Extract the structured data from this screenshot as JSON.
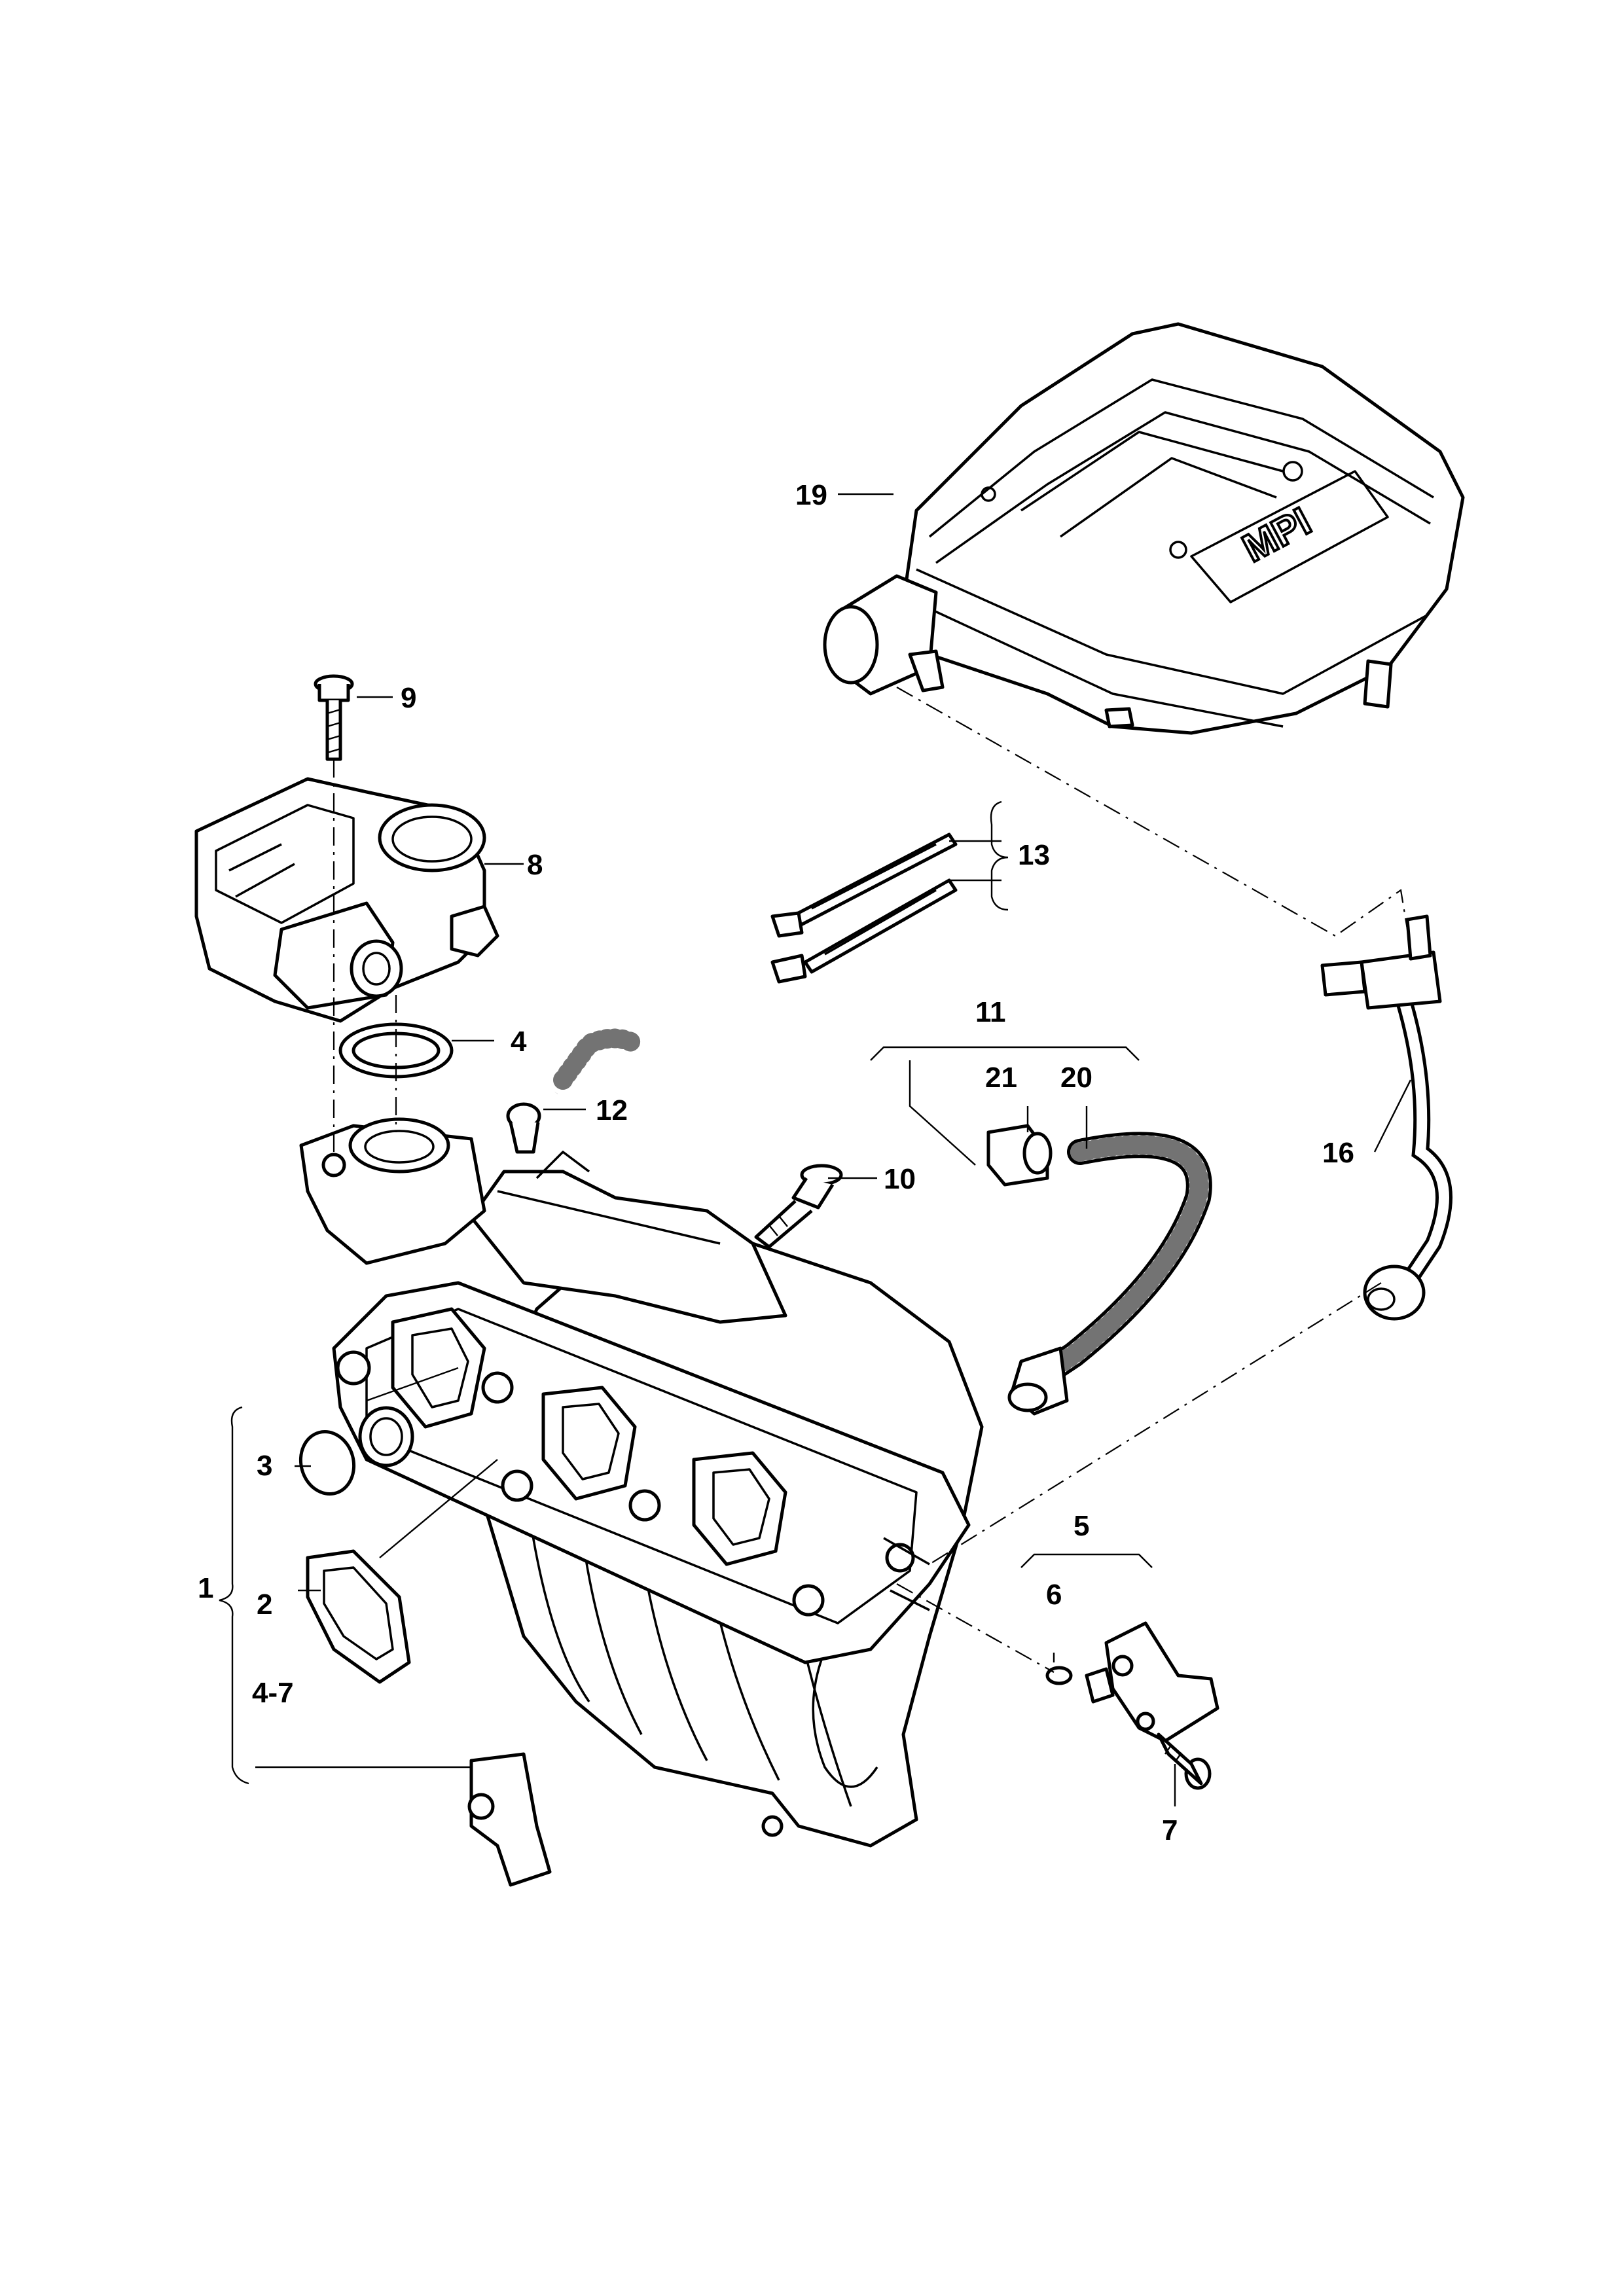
{
  "diagram": {
    "labels": {
      "p1": "1",
      "p2": "2",
      "p3": "3",
      "p4": "4",
      "p4_7": "4-7",
      "p5": "5",
      "p6": "6",
      "p7": "7",
      "p8": "8",
      "p9": "9",
      "p10": "10",
      "p11": "11",
      "p12": "12",
      "p13": "13",
      "p16": "16",
      "p19": "19",
      "p20": "20",
      "p21": "21"
    },
    "cover_lettering": "MPI"
  }
}
